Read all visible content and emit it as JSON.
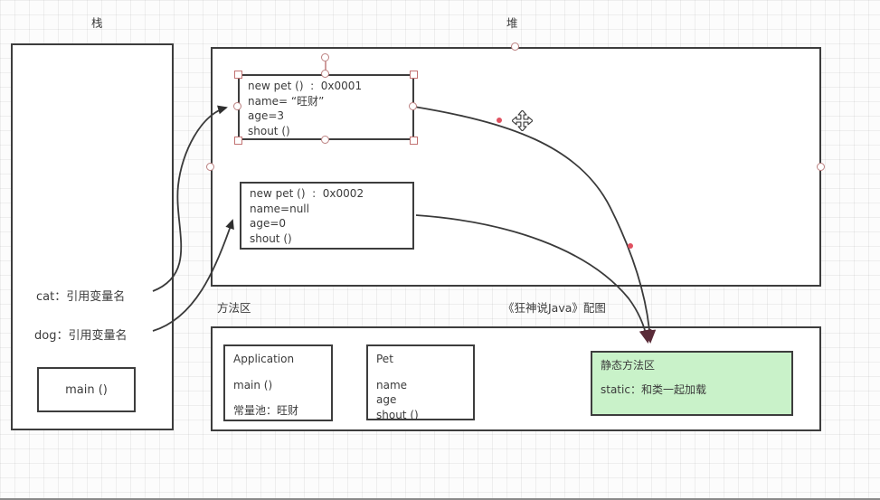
{
  "labels": {
    "stack": "栈",
    "heap": "堆",
    "method_area": "方法区",
    "watermark": "《狂神说Java》配图"
  },
  "stack": {
    "cat_ref": "cat：引用变量名",
    "dog_ref": "dog：引用变量名",
    "main_label": "main ()"
  },
  "heap": {
    "pet1": {
      "line1": "new pet ()  :  0x0001",
      "line2": "name= “旺财”",
      "line3": "age=3",
      "line4": "shout ()"
    },
    "pet2": {
      "line1": "new pet ()  :  0x0002",
      "line2": "name=null",
      "line3": "age=0",
      "line4": "shout ()"
    }
  },
  "method_area": {
    "application": {
      "title": "Application",
      "line1": "main ()",
      "line2": "常量池：旺财"
    },
    "pet_class": {
      "title": "Pet",
      "line1": "name",
      "line2": "age",
      "line3": "shout ()"
    },
    "static_area": {
      "title": "静态方法区",
      "line1": "static：和类一起加载"
    }
  },
  "colors": {
    "line": "#3a3a3a",
    "box_border": "#3d3d3d",
    "static_fill": "#c9f2c9",
    "waypoint_red": "#e05160",
    "arrowhead_maroon": "#5a2b38",
    "handle_border": "#c27272"
  }
}
